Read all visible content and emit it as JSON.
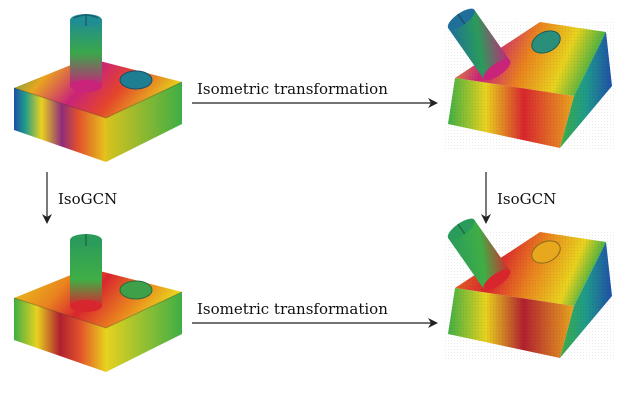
{
  "labels": {
    "transform_top": "Isometric transformation",
    "transform_bottom": "Isometric transformation",
    "model_left": "IsoGCN",
    "model_right": "IsoGCN"
  },
  "palette": {
    "blue": "#1f4fa8",
    "teal": "#1f9a8a",
    "green": "#3fae45",
    "yellow": "#f2d41c",
    "orange": "#e9831e",
    "red": "#d8262e",
    "magenta": "#b42c82",
    "purple": "#6d2a8d"
  }
}
